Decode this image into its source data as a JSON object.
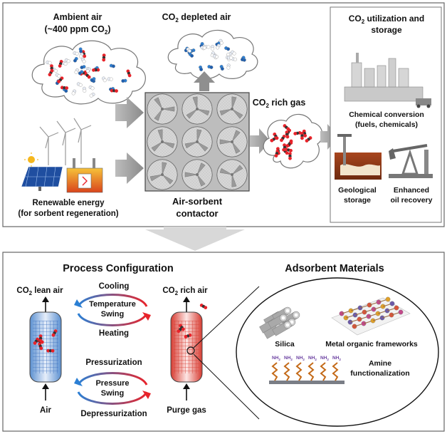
{
  "top": {
    "ambient_air_line1": "Ambient air",
    "ambient_air_line2": "(~400 ppm CO",
    "ambient_air_line2_sub": "2",
    "ambient_air_line2_end": ")",
    "depleted_pre": "CO",
    "depleted_sub": "2",
    "depleted_post": " depleted air",
    "rich_gas_pre": "CO",
    "rich_gas_sub": "2",
    "rich_gas_post": " rich gas",
    "renewable_line1": "Renewable energy",
    "renewable_line2": "(for sorbent regeneration)",
    "contactor_line1": "Air-sorbent",
    "contactor_line2": "contactor",
    "utilization_pre": "CO",
    "utilization_sub": "2",
    "utilization_post": " utilization and",
    "utilization_line2": "storage",
    "chemical_line1": "Chemical conversion",
    "chemical_line2": "(fuels, chemicals)",
    "geological_line1": "Geological",
    "geological_line2": "storage",
    "eor_line1": "Enhanced",
    "eor_line2": "oil recovery"
  },
  "bottom": {
    "process_title": "Process Configuration",
    "adsorbent_title": "Adsorbent Materials",
    "lean_air_pre": "CO",
    "lean_air_sub": "2",
    "lean_air_post": " lean air",
    "rich_air_pre": "CO",
    "rich_air_sub": "2",
    "rich_air_post": " rich air",
    "cooling": "Cooling",
    "temp_swing_line1": "Temperature",
    "temp_swing_line2": "Swing",
    "heating": "Heating",
    "pressurization": "Pressurization",
    "pressure_swing_line1": "Pressure",
    "pressure_swing_line2": "Swing",
    "depressurization": "Depressurization",
    "air": "Air",
    "purge_gas": "Purge gas",
    "silica": "Silica",
    "mof": "Metal organic frameworks",
    "amine_line1": "Amine",
    "amine_line2": "functionalization",
    "nh2_label": "NH",
    "nh2_sub": "2"
  },
  "colors": {
    "hot": "#e8232a",
    "cold": "#2b7fd4",
    "panel_border": "#666666",
    "contactor_fill": "#b9b9b9"
  }
}
